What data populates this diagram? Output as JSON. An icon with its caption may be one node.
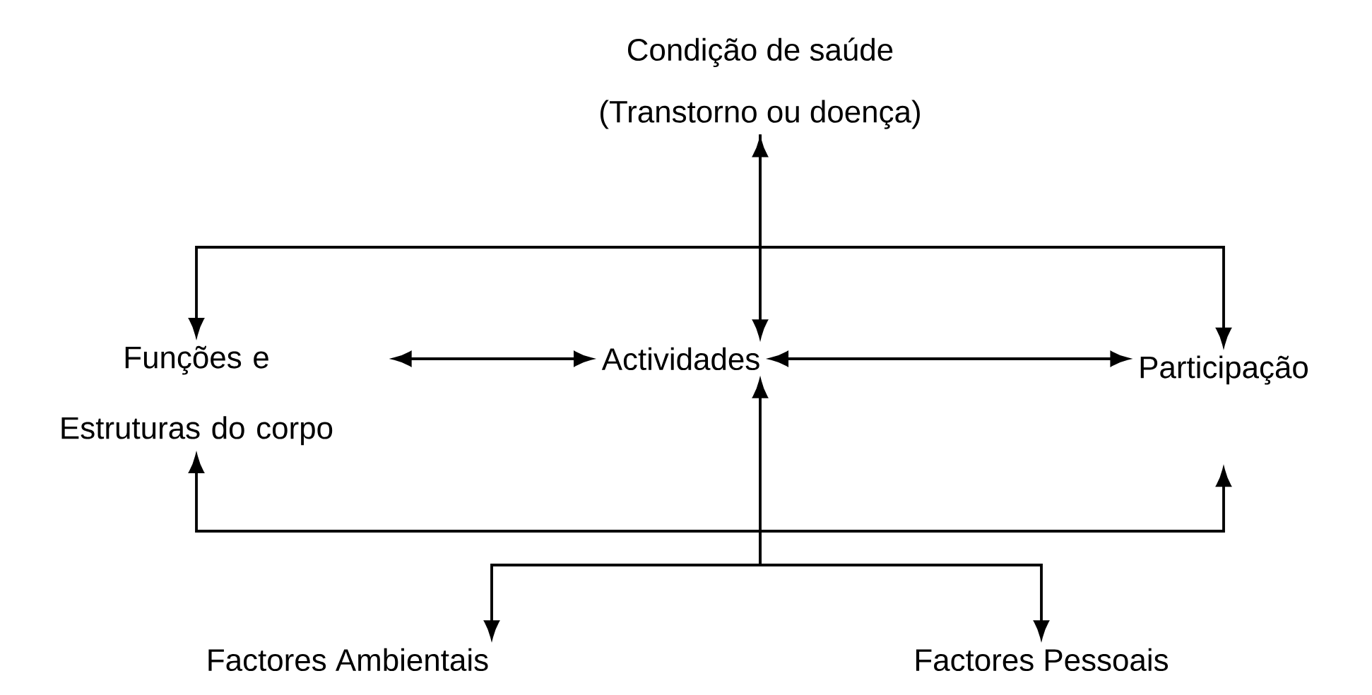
{
  "diagram": {
    "nodes": [
      {
        "text": [
          "Condição de saúde",
          "(Transtorno ou doença)"
        ]
      },
      {
        "text": [
          "Funções e Estruturas do corpo"
        ]
      },
      {
        "text": [
          "Actividades"
        ]
      },
      {
        "text": [
          "Participação"
        ]
      },
      {
        "text": [
          "Factores Ambientais"
        ]
      },
      {
        "text": [
          "Factores Pessoais"
        ]
      }
    ],
    "edges": [
      {
        "from": 0,
        "to": 2,
        "arrow": "both"
      },
      {
        "from": 0,
        "to": 1,
        "arrow": "to"
      },
      {
        "from": 0,
        "to": 3,
        "arrow": "to"
      },
      {
        "from": 1,
        "to": 2,
        "arrow": "both"
      },
      {
        "from": 2,
        "to": 3,
        "arrow": "both"
      },
      {
        "from": 4,
        "to": 2,
        "arrow": "both"
      },
      {
        "from": 5,
        "to": 2,
        "arrow": "both"
      },
      {
        "from": 4,
        "to": 1,
        "arrow": "both"
      },
      {
        "from": 5,
        "to": 1,
        "arrow": "both"
      },
      {
        "from": 4,
        "to": 3,
        "arrow": "both"
      },
      {
        "from": 5,
        "to": 3,
        "arrow": "both"
      }
    ]
  }
}
